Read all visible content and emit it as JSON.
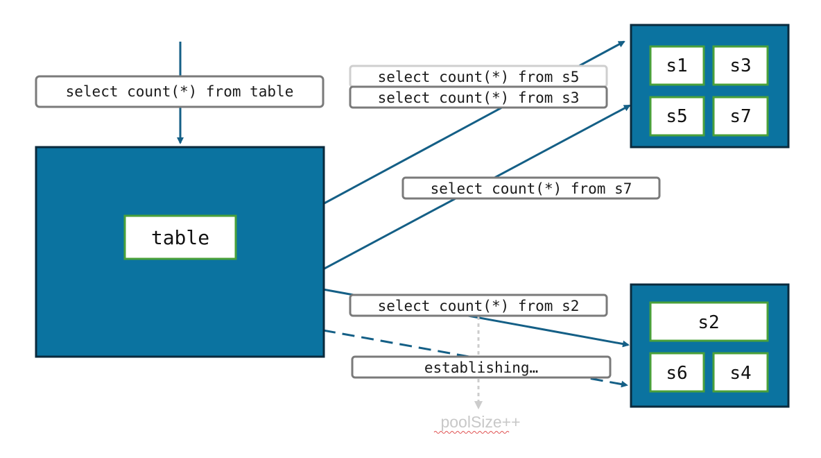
{
  "query_label": "select count(*) from table",
  "table_label": "table",
  "sub_queries": [
    "select count(*) from s5",
    "select count(*) from s3",
    "select count(*) from s7",
    "select count(*) from s2"
  ],
  "establishing_label": "establishing…",
  "pool_label": "poolSize++",
  "nodes": [
    {
      "shards": [
        "s1",
        "s3",
        "s5",
        "s7"
      ]
    },
    {
      "shards": [
        "s2",
        "s6",
        "s4"
      ]
    }
  ],
  "colors": {
    "node_fill": "#0b73a0",
    "node_border": "#0a2a3c",
    "arrow": "#145f86",
    "shard_border": "#4aa03a",
    "label_border": "#7a7a7a",
    "faded": "#cccccc"
  }
}
